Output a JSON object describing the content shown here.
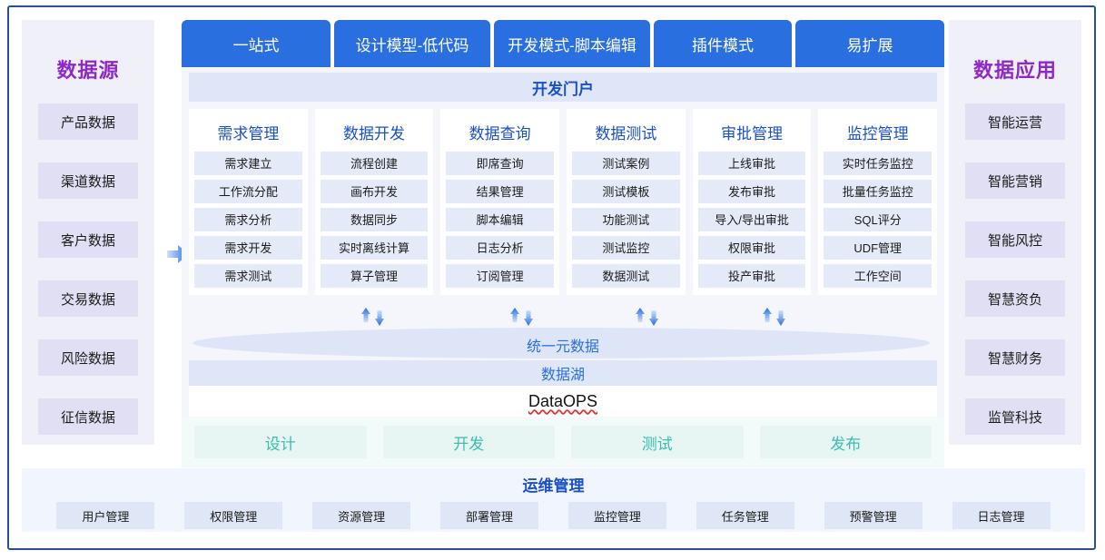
{
  "left_panel": {
    "title": "数据源",
    "items": [
      "产品数据",
      "渠道数据",
      "客户数据",
      "交易数据",
      "风险数据",
      "征信数据"
    ]
  },
  "right_panel": {
    "title": "数据应用",
    "items": [
      "智能运营",
      "智能营销",
      "智能风控",
      "智慧资负",
      "智慧财务",
      "监管科技"
    ]
  },
  "tabs": [
    "一站式",
    "设计模型-低代码",
    "开发模式-脚本编辑",
    "插件模式",
    "易扩展"
  ],
  "portal": {
    "banner": "开发门户",
    "columns": [
      {
        "title": "需求管理",
        "items": [
          "需求建立",
          "工作流分配",
          "需求分析",
          "需求开发",
          "需求测试"
        ]
      },
      {
        "title": "数据开发",
        "items": [
          "流程创建",
          "画布开发",
          "数据同步",
          "实时离线计算",
          "算子管理"
        ]
      },
      {
        "title": "数据查询",
        "items": [
          "即席查询",
          "结果管理",
          "脚本编辑",
          "日志分析",
          "订阅管理"
        ]
      },
      {
        "title": "数据测试",
        "items": [
          "测试案例",
          "测试模板",
          "功能测试",
          "测试监控",
          "数据测试"
        ]
      },
      {
        "title": "审批管理",
        "items": [
          "上线审批",
          "发布审批",
          "导入/导出审批",
          "权限审批",
          "投产审批"
        ]
      },
      {
        "title": "监控管理",
        "items": [
          "实时任务监控",
          "批量任务监控",
          "SQL评分",
          "UDF管理",
          "工作空间"
        ]
      }
    ]
  },
  "metadata_layer": {
    "ellipse_label": "统一元数据",
    "lake_label": "数据湖",
    "dataops_label": "DataOPS"
  },
  "stages": [
    "设计",
    "开发",
    "测试",
    "发布"
  ],
  "ops": {
    "title": "运维管理",
    "items": [
      "用户管理",
      "权限管理",
      "资源管理",
      "部署管理",
      "监控管理",
      "任务管理",
      "预警管理",
      "日志管理"
    ]
  },
  "colors": {
    "brand_blue": "#2a6fdf",
    "title_purple": "#8f28c6",
    "frame_border": "#2a4d9e",
    "stage_green": "#3bbfae",
    "spellcheck_red": "#e03030"
  }
}
